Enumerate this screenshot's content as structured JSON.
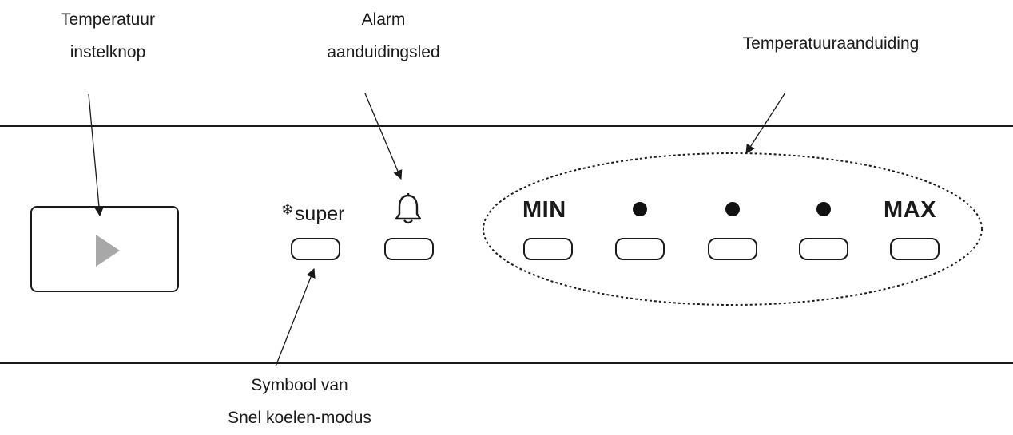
{
  "callouts": {
    "temp_knob": [
      "Temperatuur",
      "instelknop"
    ],
    "alarm_led": [
      "Alarm",
      "aanduidingsled"
    ],
    "temp_indicator": [
      "Temperatuuraanduiding"
    ],
    "super_symbol": [
      "Symbool van",
      "Snel koelen-modus"
    ]
  },
  "panel": {
    "super_label": "super",
    "min_label": "MIN",
    "max_label": "MAX"
  },
  "icons": {
    "knob": "play-triangle-icon",
    "super": "snowflake-icon",
    "alarm": "bell-icon"
  },
  "colors": {
    "line": "#1a1a1a",
    "triangle": "#a8a8a8"
  }
}
